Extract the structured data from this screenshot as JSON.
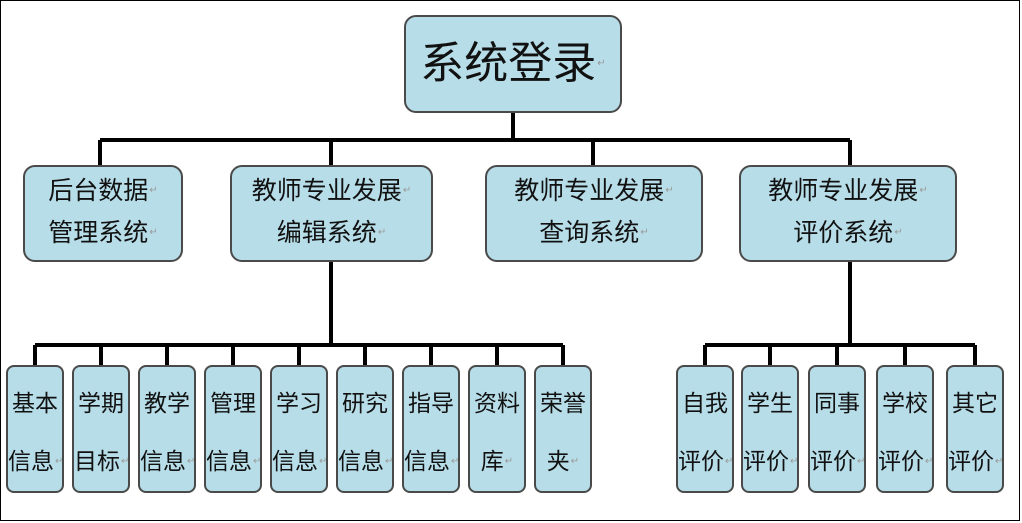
{
  "root": "系统登录",
  "level1": [
    {
      "line1": "后台数据",
      "line2": "管理系统"
    },
    {
      "line1": "教师专业发展",
      "line2": "编辑系统"
    },
    {
      "line1": "教师专业发展",
      "line2": "查询系统"
    },
    {
      "line1": "教师专业发展",
      "line2": "评价系统"
    }
  ],
  "edit_leaves": [
    {
      "line1": "基本",
      "line2": "信息"
    },
    {
      "line1": "学期",
      "line2": "目标"
    },
    {
      "line1": "教学",
      "line2": "信息"
    },
    {
      "line1": "管理",
      "line2": "信息"
    },
    {
      "line1": "学习",
      "line2": "信息"
    },
    {
      "line1": "研究",
      "line2": "信息"
    },
    {
      "line1": "指导",
      "line2": "信息"
    },
    {
      "line1": "资料",
      "line2": "库"
    },
    {
      "line1": "荣誉",
      "line2": "夹"
    }
  ],
  "eval_leaves": [
    {
      "line1": "自我",
      "line2": "评价"
    },
    {
      "line1": "学生",
      "line2": "评价"
    },
    {
      "line1": "同事",
      "line2": "评价"
    },
    {
      "line1": "学校",
      "line2": "评价"
    },
    {
      "line1": "其它",
      "line2": "评价"
    }
  ],
  "paragraph_mark": "↵",
  "colors": {
    "box_fill": "#b7dde8",
    "box_border": "#4a4a4a",
    "connector": "#000000"
  }
}
